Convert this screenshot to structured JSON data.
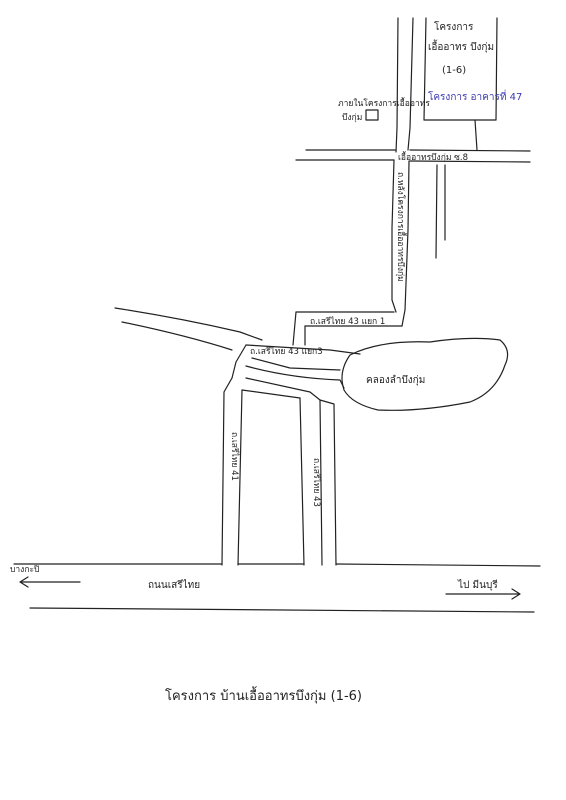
{
  "labels": {
    "project_name": "โครงการ",
    "project_sub": "เอื้ออาทร บึงกุ่ม",
    "project_code": "(1-6)",
    "project_blue": "โครงการ อาคารที่ 47",
    "project_office": "ภายในโครงการเอื้ออาทร",
    "office_name": "บึงกุ่ม",
    "soi_8": "เอื้ออาทรบึงกุ่ม ซ.8",
    "road_project": "ถ.หลังโครงการเอื้ออาทรบึงกุ่ม",
    "soi_43_1": "ถ.เสรีไทย 43 แยก 1",
    "soi_43_3": "ถ.เสรีไทย 43 แยก3",
    "canal": "คลองลำบึงกุ่ม",
    "soi_41": "ถ.เสรีไทย 41",
    "soi_43": "ถ.เสรีไทย 43",
    "main_road": "ถนนเสรีไทย",
    "to_left": "บางกะปิ",
    "to_right": "ไป มีนบุรี",
    "footer_title": "โครงการ บ้านเอื้ออาทรบึงกุ่ม (1-6)"
  },
  "colors": {
    "ink": "#222222",
    "annotation_blue": "#3a3ab0"
  }
}
